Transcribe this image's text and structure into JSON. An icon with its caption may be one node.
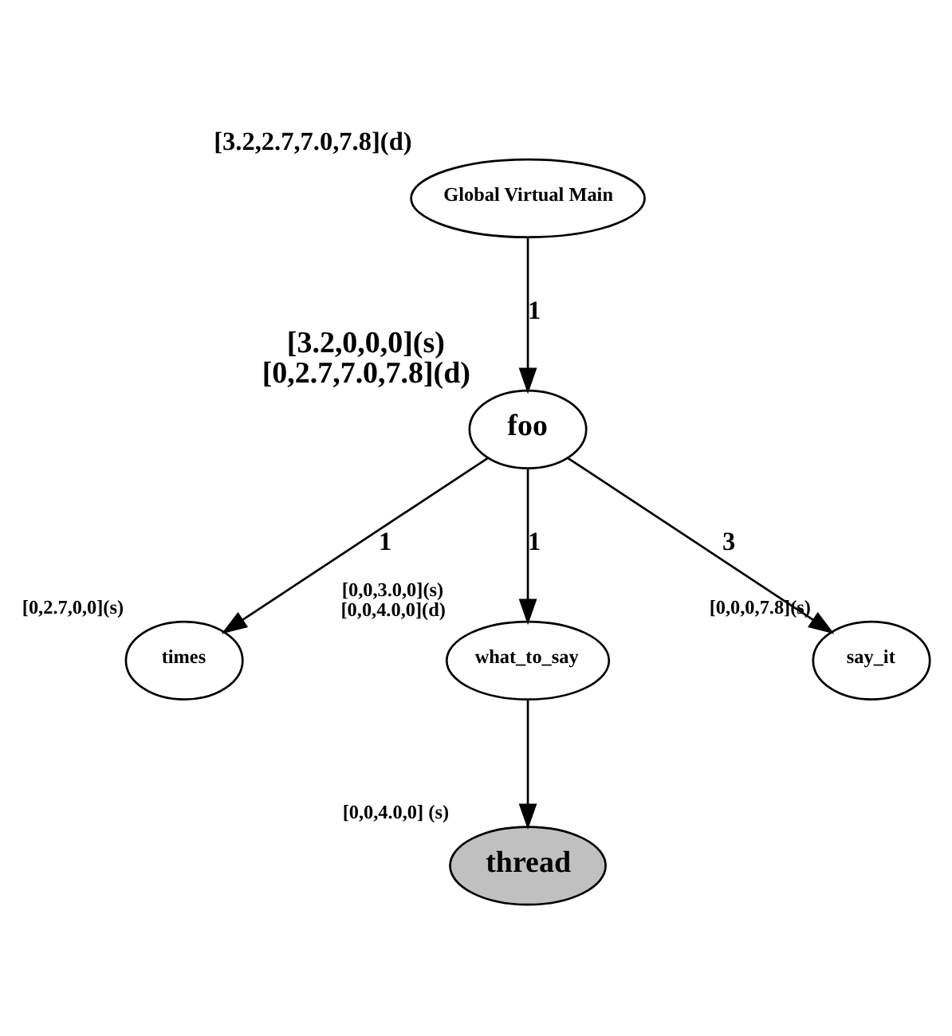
{
  "diagram": {
    "nodes": [
      {
        "text": [
          "Global Virtual Main"
        ],
        "beside": [
          "[3.2,2.7,7.0,7.8](d)"
        ]
      },
      {
        "text": [
          "foo"
        ],
        "beside": [
          "[3.2,0,0,0](s)",
          "[0,2.7,7.0,7.8](d)"
        ]
      },
      {
        "text": [
          "times"
        ],
        "beside": [
          "[0,2.7,0,0](s)"
        ]
      },
      {
        "text": [
          "what_to_say"
        ],
        "beside": [
          "[0,0,3.0,0](s)",
          "[0,0,4.0,0](d)"
        ]
      },
      {
        "text": [
          "say_it"
        ],
        "beside": [
          "[0,0,0,7.8](s)"
        ]
      },
      {
        "text": [
          "thread"
        ],
        "beside": [
          "[0,0,4.0,0] (s)"
        ]
      }
    ],
    "edges": [
      {
        "from": 0,
        "to": 1,
        "arrow": "to",
        "label": "1"
      },
      {
        "from": 1,
        "to": 2,
        "arrow": "to",
        "label": "1"
      },
      {
        "from": 1,
        "to": 3,
        "arrow": "to",
        "label": "1"
      },
      {
        "from": 1,
        "to": 4,
        "arrow": "to",
        "label": "3"
      },
      {
        "from": 3,
        "to": 5,
        "arrow": "to"
      }
    ]
  }
}
